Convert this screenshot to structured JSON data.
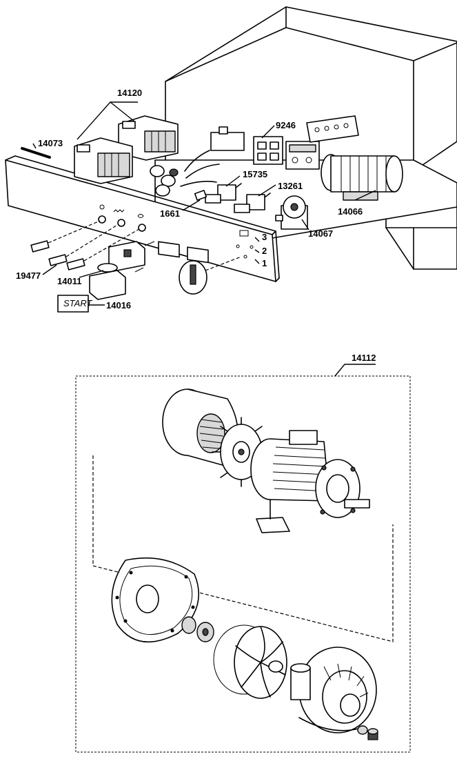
{
  "callouts": {
    "c14120": "14120",
    "c14073": "14073",
    "c9246": "9246",
    "c15735": "15735",
    "c13261": "13261",
    "c1661": "1661",
    "c14066": "14066",
    "c14067": "14067",
    "c19477": "19477",
    "c14011": "14011",
    "c14016": "14016",
    "c14112": "14112"
  },
  "panel_marks": {
    "pos3": "3",
    "pos2": "2",
    "pos1": "1",
    "start_text": "START"
  }
}
